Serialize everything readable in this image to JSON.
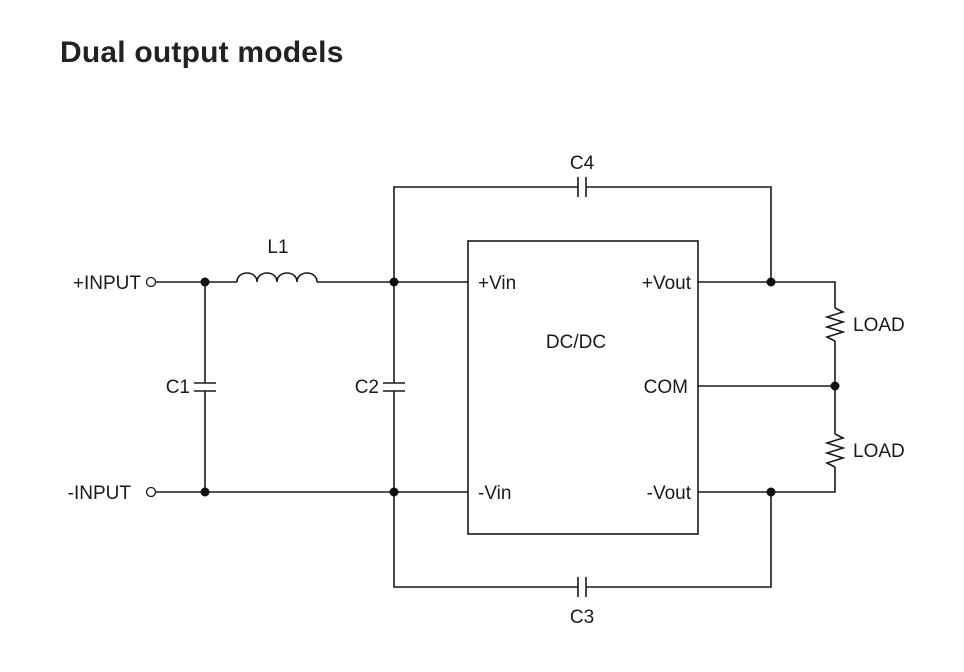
{
  "title": "Dual output models",
  "labels": {
    "input_pos": "+INPUT",
    "input_neg": "-INPUT",
    "inductor": "L1",
    "c1": "C1",
    "c2": "C2",
    "c3": "C3",
    "c4": "C4",
    "vin_pos": "+Vin",
    "vin_neg": "-Vin",
    "module": "DC/DC",
    "vout_pos": "+Vout",
    "com": "COM",
    "vout_neg": "-Vout",
    "load_top": "LOAD",
    "load_bottom": "LOAD"
  }
}
